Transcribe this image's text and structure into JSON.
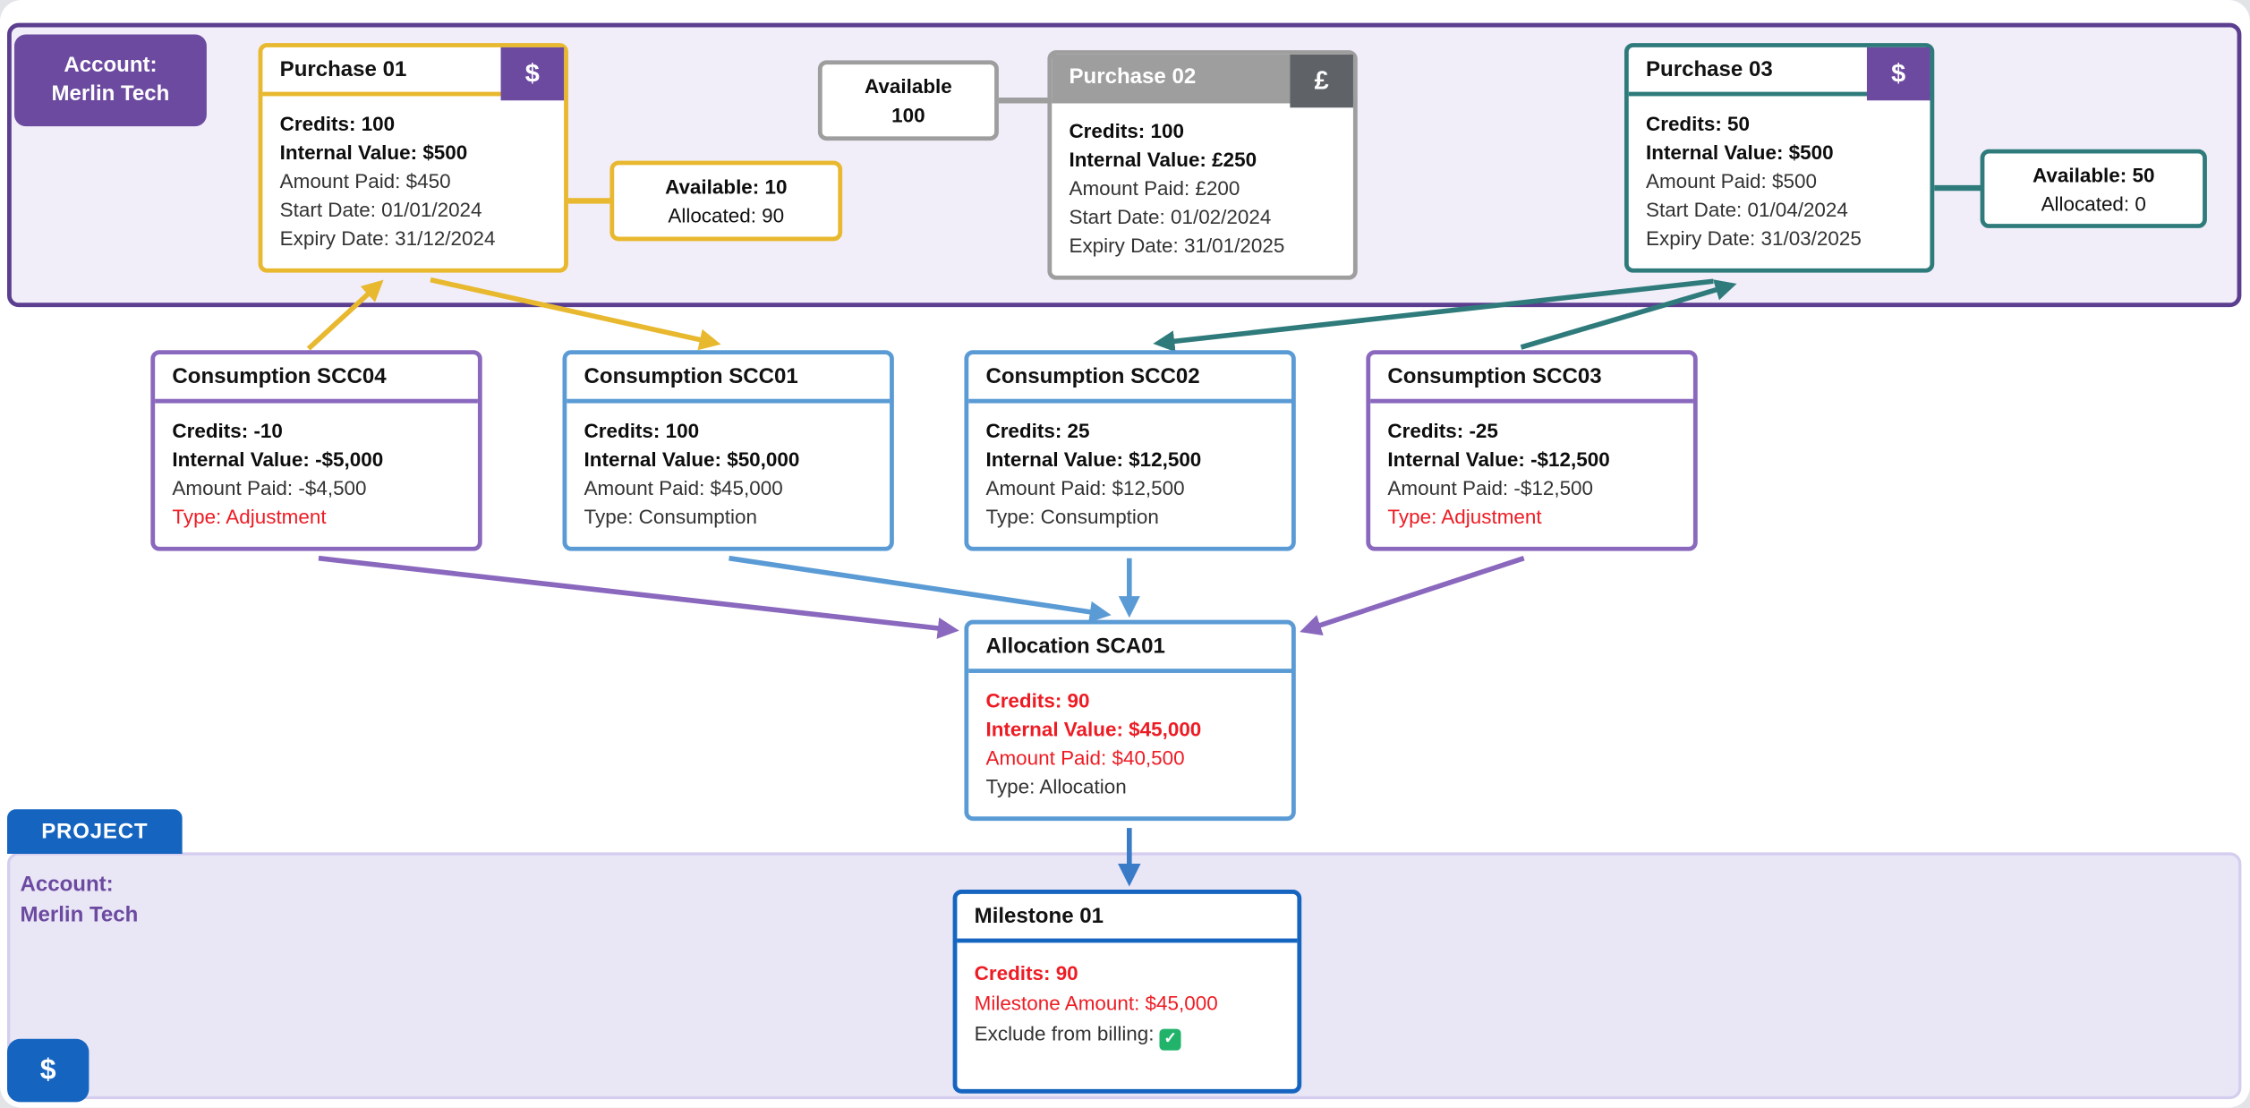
{
  "account_section": {
    "badge": {
      "line1": "Account:",
      "line2": "Merlin Tech"
    }
  },
  "purchase01": {
    "title": "Purchase 01",
    "currency_symbol": "$",
    "credits": "Credits: 100",
    "internal_value": "Internal Value: $500",
    "amount_paid": "Amount Paid: $450",
    "start_date": "Start Date: 01/01/2024",
    "expiry_date": "Expiry Date: 31/12/2024"
  },
  "purchase01_availability": {
    "available": "Available: 10",
    "allocated": "Allocated: 90"
  },
  "purchase02_availability": {
    "line1": "Available",
    "line2": "100"
  },
  "purchase02": {
    "title": "Purchase 02",
    "currency_symbol": "£",
    "credits": "Credits: 100",
    "internal_value": "Internal Value: £250",
    "amount_paid": "Amount Paid: £200",
    "start_date": "Start Date: 01/02/2024",
    "expiry_date": "Expiry Date: 31/01/2025"
  },
  "purchase03": {
    "title": "Purchase 03",
    "currency_symbol": "$",
    "credits": "Credits: 50",
    "internal_value": "Internal Value: $500",
    "amount_paid": "Amount Paid: $500",
    "start_date": "Start Date: 01/04/2024",
    "expiry_date": "Expiry Date: 31/03/2025"
  },
  "purchase03_availability": {
    "available": "Available: 50",
    "allocated": "Allocated: 0"
  },
  "scc04": {
    "title": "Consumption SCC04",
    "credits": "Credits: -10",
    "internal_value": "Internal Value: -$5,000",
    "amount_paid": "Amount Paid: -$4,500",
    "type": "Type: Adjustment"
  },
  "scc01": {
    "title": "Consumption SCC01",
    "credits": "Credits: 100",
    "internal_value": "Internal Value: $50,000",
    "amount_paid": "Amount Paid: $45,000",
    "type": "Type: Consumption"
  },
  "scc02": {
    "title": "Consumption SCC02",
    "credits": "Credits: 25",
    "internal_value": "Internal Value: $12,500",
    "amount_paid": "Amount Paid: $12,500",
    "type": "Type: Consumption"
  },
  "scc03": {
    "title": "Consumption SCC03",
    "credits": "Credits: -25",
    "internal_value": "Internal Value: -$12,500",
    "amount_paid": "Amount Paid: -$12,500",
    "type": "Type: Adjustment"
  },
  "sca01": {
    "title": "Allocation SCA01",
    "credits": "Credits: 90",
    "internal_value": "Internal Value: $45,000",
    "amount_paid": "Amount Paid: $40,500",
    "type": "Type: Allocation"
  },
  "project_section": {
    "badge": "PROJECT",
    "account": {
      "line1": "Account:",
      "line2": "Merlin Tech"
    },
    "currency_symbol": "$"
  },
  "milestone01": {
    "title": "Milestone 01",
    "credits": "Credits: 90",
    "milestone_amount": "Milestone Amount: $45,000",
    "exclude_label": "Exclude from billing:",
    "checkbox_glyph": "✓"
  },
  "colors": {
    "yellow": "#E8B82F",
    "gray": "#9E9E9E",
    "dark_gray": "#5F6368",
    "teal": "#2F7B7C",
    "purple_dark": "#5B3E8F",
    "purple_badge": "#6B4AA0",
    "purple_node": "#8A68BE",
    "blue_node": "#5B9BD5",
    "blue_strong": "#1565C0",
    "red_text": "#ED1C24",
    "green_check": "#22B36B"
  },
  "edges": [
    {
      "from": "Consumption SCC04",
      "to": "Purchase 01",
      "color": "yellow",
      "type": "arrow"
    },
    {
      "from": "Purchase 01",
      "to": "Consumption SCC01",
      "color": "yellow",
      "type": "arrow"
    },
    {
      "from": "Purchase 01",
      "to": "Available: 10 / Allocated: 90",
      "color": "yellow",
      "type": "connector"
    },
    {
      "from": "Available 100",
      "to": "Purchase 02",
      "color": "gray",
      "type": "connector"
    },
    {
      "from": "Purchase 03",
      "to": "Consumption SCC02",
      "color": "teal",
      "type": "arrow"
    },
    {
      "from": "Consumption SCC03",
      "to": "Purchase 03",
      "color": "teal",
      "type": "arrow"
    },
    {
      "from": "Purchase 03",
      "to": "Available: 50 / Allocated: 0",
      "color": "teal",
      "type": "connector"
    },
    {
      "from": "Consumption SCC04",
      "to": "Allocation SCA01",
      "color": "purple_node",
      "type": "arrow"
    },
    {
      "from": "Consumption SCC01",
      "to": "Allocation SCA01",
      "color": "blue_node",
      "type": "arrow"
    },
    {
      "from": "Consumption SCC02",
      "to": "Allocation SCA01",
      "color": "blue_node",
      "type": "arrow"
    },
    {
      "from": "Consumption SCC03",
      "to": "Allocation SCA01",
      "color": "purple_node",
      "type": "arrow"
    },
    {
      "from": "Allocation SCA01",
      "to": "Milestone 01",
      "color": "blue_strong",
      "type": "arrow"
    }
  ]
}
